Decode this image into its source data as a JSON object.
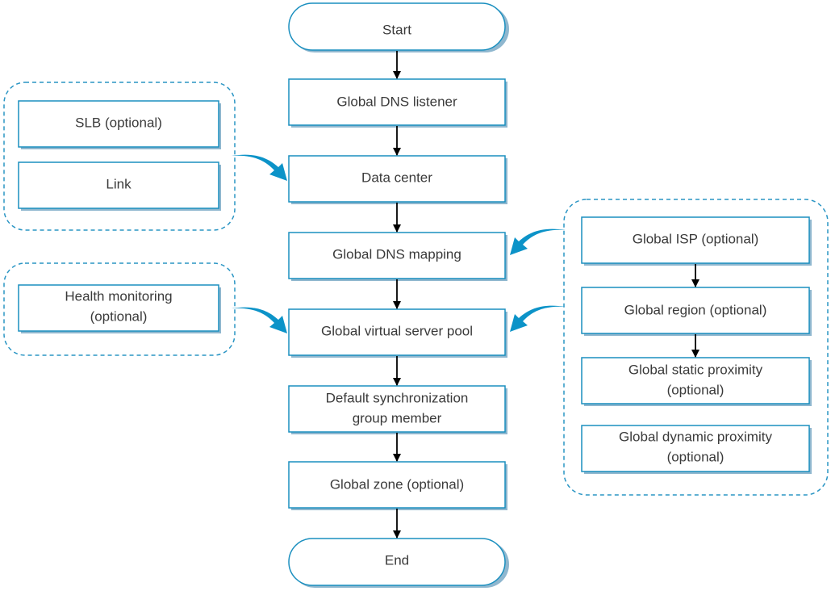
{
  "colors": {
    "box_border": "#1a8fbf",
    "box_shadow": "#8fb7cf",
    "group_border": "#2a95c4",
    "arrow": "#000000",
    "curved_arrow": "#0c93c8",
    "text": "#3a3a3a"
  },
  "flow": {
    "start": "Start",
    "dns_listener": "Global DNS listener",
    "data_center": "Data center",
    "dns_mapping": "Global DNS mapping",
    "vs_pool": "Global virtual server pool",
    "sync_member": [
      "Default synchronization",
      "group member"
    ],
    "zone": "Global zone (optional)",
    "end": "End"
  },
  "left_group_1": {
    "slb": "SLB (optional)",
    "link": "Link"
  },
  "left_group_2": {
    "health": [
      "Health monitoring",
      "(optional)"
    ]
  },
  "right_group": {
    "isp": "Global ISP (optional)",
    "region": "Global region (optional)",
    "static_proximity": [
      "Global static proximity",
      "(optional)"
    ],
    "dynamic_proximity": [
      "Global dynamic proximity",
      "(optional)"
    ]
  }
}
